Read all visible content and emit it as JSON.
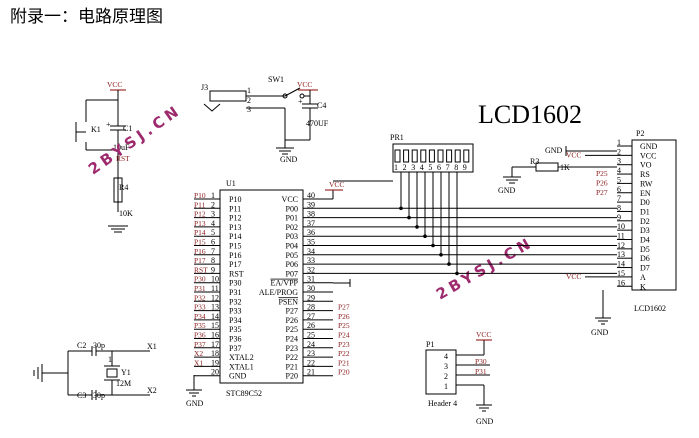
{
  "heading": "附录一：电路原理图",
  "big_title": "LCD1602",
  "watermarks": [
    "2BYSJ.CN",
    "2BYSJ.CN"
  ],
  "reset": {
    "vcc": "VCC",
    "key": "K1",
    "cap": "C1",
    "cap_value": "10uF",
    "net": "RST",
    "res": "R4",
    "res_value": "10K"
  },
  "power": {
    "jack": "J3",
    "jack_pins": [
      "1",
      "2",
      "3"
    ],
    "switch": "SW1",
    "vcc": "VCC",
    "cap": "C4",
    "cap_value": "470UF",
    "gnd": "GND"
  },
  "mcu": {
    "ref": "U1",
    "part": "STC89C52",
    "left_pins": [
      {
        "net": "P10",
        "name": "P10",
        "num": "1"
      },
      {
        "net": "P11",
        "name": "P11",
        "num": "2"
      },
      {
        "net": "P12",
        "name": "P12",
        "num": "3"
      },
      {
        "net": "P13",
        "name": "P13",
        "num": "4"
      },
      {
        "net": "P14",
        "name": "P14",
        "num": "5"
      },
      {
        "net": "P15",
        "name": "P15",
        "num": "6"
      },
      {
        "net": "P16",
        "name": "P16",
        "num": "7"
      },
      {
        "net": "P17",
        "name": "P17",
        "num": "8"
      },
      {
        "net": "RST",
        "name": "RST",
        "num": "9"
      },
      {
        "net": "P30",
        "name": "P30",
        "num": "10"
      },
      {
        "net": "P31",
        "name": "P31",
        "num": "11"
      },
      {
        "net": "P32",
        "name": "P32",
        "num": "12"
      },
      {
        "net": "P33",
        "name": "P33",
        "num": "13"
      },
      {
        "net": "P34",
        "name": "P34",
        "num": "14"
      },
      {
        "net": "P35",
        "name": "P35",
        "num": "15"
      },
      {
        "net": "P36",
        "name": "P36",
        "num": "16"
      },
      {
        "net": "P37",
        "name": "P37",
        "num": "17"
      },
      {
        "net": "X2",
        "name": "XTAL2",
        "num": "18"
      },
      {
        "net": "X1",
        "name": "XTAL1",
        "num": "19"
      },
      {
        "net": "",
        "name": "GND",
        "num": "20"
      }
    ],
    "right_pins": [
      {
        "name": "VCC",
        "num": "40",
        "net": "VCC"
      },
      {
        "name": "P00",
        "num": "39",
        "net": ""
      },
      {
        "name": "P01",
        "num": "38",
        "net": ""
      },
      {
        "name": "P02",
        "num": "37",
        "net": ""
      },
      {
        "name": "P03",
        "num": "36",
        "net": ""
      },
      {
        "name": "P04",
        "num": "35",
        "net": ""
      },
      {
        "name": "P05",
        "num": "34",
        "net": ""
      },
      {
        "name": "P06",
        "num": "33",
        "net": ""
      },
      {
        "name": "P07",
        "num": "32",
        "net": ""
      },
      {
        "name": "EA/VPP",
        "num": "31",
        "net": ""
      },
      {
        "name": "ALE/PROG",
        "num": "30",
        "net": ""
      },
      {
        "name": "PSEN",
        "num": "29",
        "net": ""
      },
      {
        "name": "P27",
        "num": "28",
        "net": "P27"
      },
      {
        "name": "P26",
        "num": "27",
        "net": "P26"
      },
      {
        "name": "P25",
        "num": "26",
        "net": "P25"
      },
      {
        "name": "P24",
        "num": "25",
        "net": "P24"
      },
      {
        "name": "P23",
        "num": "24",
        "net": "P23"
      },
      {
        "name": "P22",
        "num": "23",
        "net": "P22"
      },
      {
        "name": "P21",
        "num": "22",
        "net": "P21"
      },
      {
        "name": "P20",
        "num": "21",
        "net": "P20"
      }
    ],
    "gnd": "GND"
  },
  "resnet": {
    "ref": "PR1",
    "pins": [
      "1",
      "2",
      "3",
      "4",
      "5",
      "6",
      "7",
      "8",
      "9"
    ]
  },
  "lcd": {
    "ref": "P2",
    "part": "LCD1602",
    "pins": [
      {
        "name": "GND",
        "num": "1",
        "net": "GND"
      },
      {
        "name": "VCC",
        "num": "2",
        "net": "VCC"
      },
      {
        "name": "VO",
        "num": "3",
        "net": ""
      },
      {
        "name": "RS",
        "num": "4",
        "net": "P25"
      },
      {
        "name": "RW",
        "num": "5",
        "net": "P26"
      },
      {
        "name": "EN",
        "num": "6",
        "net": "P27"
      },
      {
        "name": "D0",
        "num": "7",
        "net": ""
      },
      {
        "name": "D1",
        "num": "8",
        "net": ""
      },
      {
        "name": "D2",
        "num": "9",
        "net": ""
      },
      {
        "name": "D3",
        "num": "10",
        "net": ""
      },
      {
        "name": "D4",
        "num": "11",
        "net": ""
      },
      {
        "name": "D5",
        "num": "12",
        "net": ""
      },
      {
        "name": "D6",
        "num": "13",
        "net": ""
      },
      {
        "name": "D7",
        "num": "14",
        "net": ""
      },
      {
        "name": "A",
        "num": "15",
        "net": "VCC"
      },
      {
        "name": "K",
        "num": "16",
        "net": ""
      }
    ],
    "r3": "R3",
    "r3_value": "1K",
    "vcc": "VCC",
    "gnd": "GND"
  },
  "crystal": {
    "c2": "C2",
    "c2_value": "30p",
    "c3": "C3",
    "c3_value": "30p",
    "x1": "X1",
    "x2": "X2",
    "ref": "Y1",
    "freq": "12M",
    "pin": "1"
  },
  "header": {
    "ref": "P1",
    "part": "Header 4",
    "pins": [
      "4",
      "3",
      "2",
      "1"
    ],
    "vcc": "VCC",
    "net_p30": "P30",
    "net_p31": "P31"
  }
}
